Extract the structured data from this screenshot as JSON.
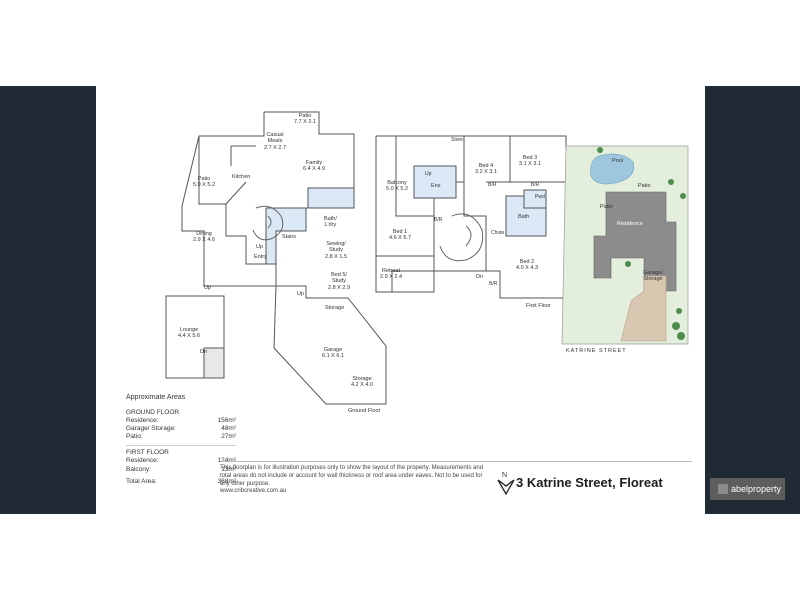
{
  "ground_floor": {
    "rooms": [
      {
        "name": "Patio",
        "dims": "7.7 X 2.1"
      },
      {
        "name": "Casual\nMeals",
        "dims": "2.7 X 2.7"
      },
      {
        "name": "Family",
        "dims": "6.4 X 4.9"
      },
      {
        "name": "Patio",
        "dims": "5.0 X 5.2"
      },
      {
        "name": "Kitchen",
        "dims": ""
      },
      {
        "name": "Dining",
        "dims": "2.9 X 4.6"
      },
      {
        "name": "Stairs",
        "dims": ""
      },
      {
        "name": "Bath/\nL'dry",
        "dims": ""
      },
      {
        "name": "Sewing/\nStudy",
        "dims": "2.8 X 1.5"
      },
      {
        "name": "Bed 5/\nStudy",
        "dims": "2.8 X 2.9"
      },
      {
        "name": "Entry",
        "dims": ""
      },
      {
        "name": "Up",
        "dims": ""
      },
      {
        "name": "Up",
        "dims": ""
      },
      {
        "name": "Up",
        "dims": ""
      },
      {
        "name": "Storage",
        "dims": ""
      },
      {
        "name": "Lounge",
        "dims": "4.4 X 5.6"
      },
      {
        "name": "Dn",
        "dims": ""
      },
      {
        "name": "Garage",
        "dims": "6.1 X 6.1"
      },
      {
        "name": "Storage",
        "dims": "4.2 X 4.0"
      }
    ],
    "caption": "Ground Floor"
  },
  "first_floor": {
    "rooms": [
      {
        "name": "Store",
        "dims": ""
      },
      {
        "name": "Bed 4",
        "dims": "3.2 X 3.1"
      },
      {
        "name": "Bed 3",
        "dims": "3.1 X 3.1"
      },
      {
        "name": "Balcony",
        "dims": "5.0 X 5.2"
      },
      {
        "name": "Up",
        "dims": ""
      },
      {
        "name": "Ens",
        "dims": ""
      },
      {
        "name": "B/R",
        "dims": ""
      },
      {
        "name": "B/R",
        "dims": ""
      },
      {
        "name": "B/R",
        "dims": ""
      },
      {
        "name": "Pwd",
        "dims": ""
      },
      {
        "name": "Bath",
        "dims": ""
      },
      {
        "name": "Bed 1",
        "dims": "4.6 X 5.7"
      },
      {
        "name": "Chute",
        "dims": ""
      },
      {
        "name": "Bed 2",
        "dims": "4.0 X 4.3"
      },
      {
        "name": "Retreat",
        "dims": "2.9 X 2.4"
      },
      {
        "name": "Dn",
        "dims": ""
      },
      {
        "name": "B/R",
        "dims": ""
      }
    ],
    "caption": "First Floor"
  },
  "site_plan": {
    "labels": [
      "Pool",
      "Patio",
      "Patio",
      "Residence",
      "Garage/\nStorage"
    ],
    "street": "KATRINE STREET"
  },
  "areas": {
    "title": "Approximate Areas",
    "ground_floor_heading": "GROUND FLOOR",
    "ground_rows": [
      {
        "label": "Residence:",
        "value": "156m²"
      },
      {
        "label": "Garage/ Storage:",
        "value": "48m²"
      },
      {
        "label": "Patio:",
        "value": "27m²"
      }
    ],
    "first_floor_heading": "FIRST FLOOR",
    "first_rows": [
      {
        "label": "Residence:",
        "value": "124m²"
      },
      {
        "label": "Balcony:",
        "value": "13m²"
      }
    ],
    "total": {
      "label": "Total Area:",
      "value": "368m²"
    }
  },
  "disclaimer": {
    "text": "This floorplan is for illustration purposes only to show the layout of the property. Measurements and total areas do not include or account for wall thickness or roof area under eaves. Not to be used for any other purpose.",
    "website": "www.cribcreative.com.au"
  },
  "north_label": "N",
  "address": "3 Katrine Street, Floreat",
  "brand": "abelproperty",
  "colors": {
    "panel": "#202a35",
    "wall": "#555555",
    "bath_fill": "#dbe8f5",
    "building": "#8c8c8c",
    "lawn": "#e3eedc",
    "pool": "#9ec6dc",
    "tree": "#4f8b4d",
    "driveway": "#d9c7b2"
  }
}
